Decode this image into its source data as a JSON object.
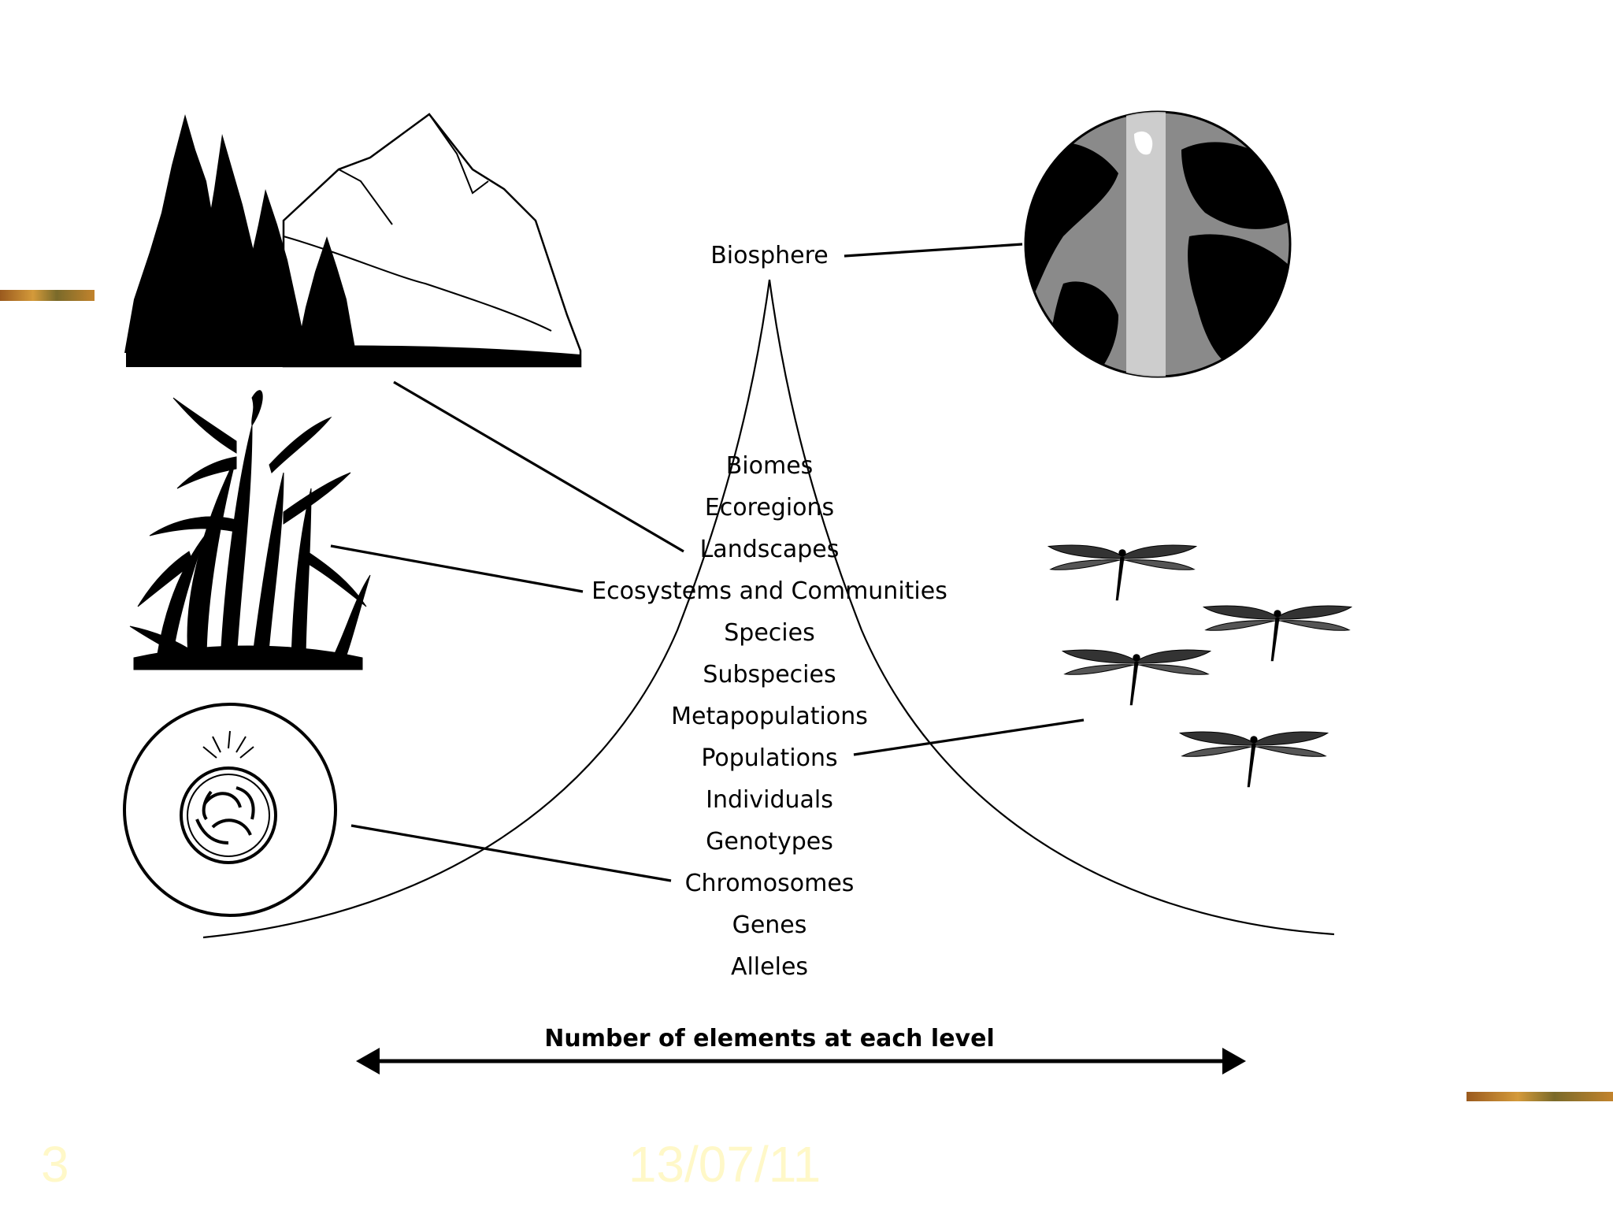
{
  "diagram": {
    "apex_level": "Biosphere",
    "levels": [
      "Biomes",
      "Ecoregions",
      "Landscapes",
      "Ecosystems and Communities",
      "Species",
      "Subspecies",
      "Metapopulations",
      "Populations",
      "Individuals",
      "Genotypes",
      "Chromosomes",
      "Genes",
      "Alleles"
    ],
    "axis_label": "Number of elements at each level"
  },
  "footer": {
    "slide_number": "3",
    "date": "13/07/11"
  },
  "colors": {
    "ink": "#000000",
    "footer_text": "#fff8c8",
    "accent_bar": "#b8862e"
  },
  "illustrations": [
    "mountain-forest-icon",
    "grass-plant-icon",
    "cell-nucleus-icon",
    "earth-globe-icon",
    "dragonflies-icon"
  ]
}
